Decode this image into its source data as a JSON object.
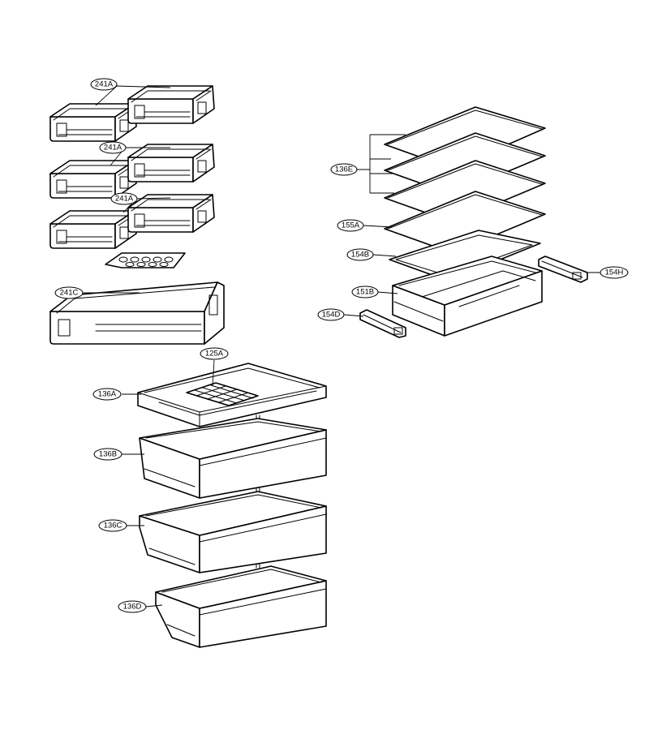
{
  "callouts": {
    "c241a_1": "241A",
    "c241a_2": "241A",
    "c241a_3": "241A",
    "c241c": "241C",
    "c125a": "125A",
    "c136a": "136A",
    "c136b": "136B",
    "c136c": "136C",
    "c136d": "136D",
    "c136e": "136E",
    "c155a": "155A",
    "c154b": "154B",
    "c151b": "151B",
    "c154d": "154D",
    "c154h": "154H"
  }
}
